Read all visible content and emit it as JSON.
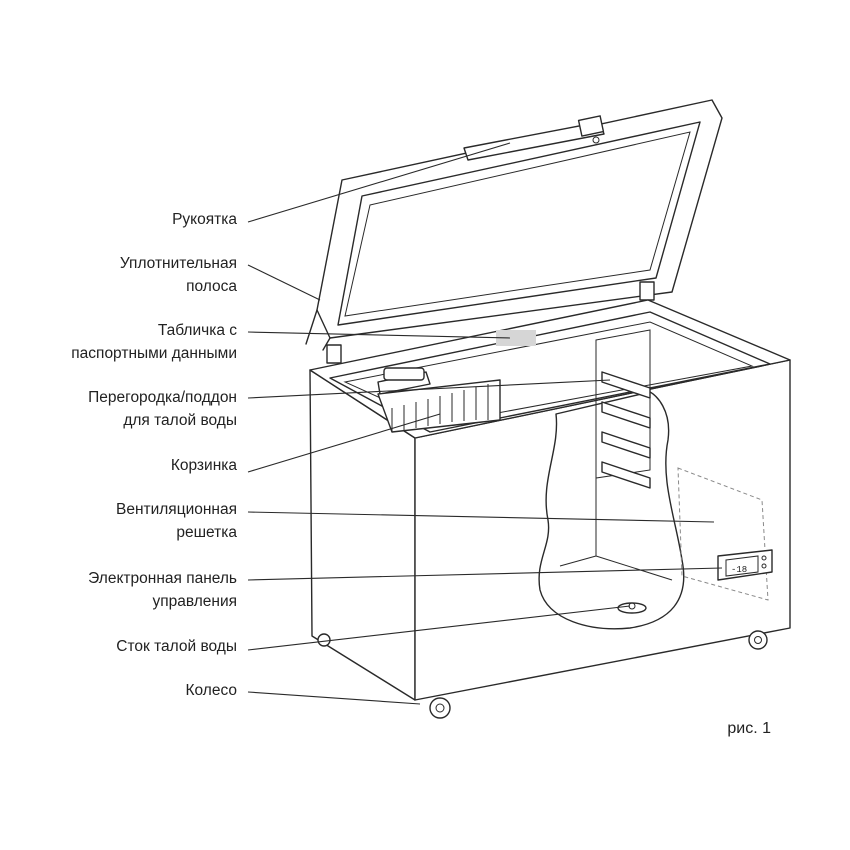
{
  "labels": {
    "handle": "Рукоятка",
    "seal_1": "Уплотнительная",
    "seal_2": "полоса",
    "plate_1": "Табличка с",
    "plate_2": "паспортными данными",
    "divider_1": "Перегородка/поддон",
    "divider_2": "для талой воды",
    "basket": "Корзинка",
    "vent_1": "Вентиляционная",
    "vent_2": "решетка",
    "panel_1": "Электронная панель",
    "panel_2": "управления",
    "drain": "Сток талой воды",
    "wheel": "Колесо"
  },
  "panel_display": "-18",
  "figure_caption": "рис. 1"
}
